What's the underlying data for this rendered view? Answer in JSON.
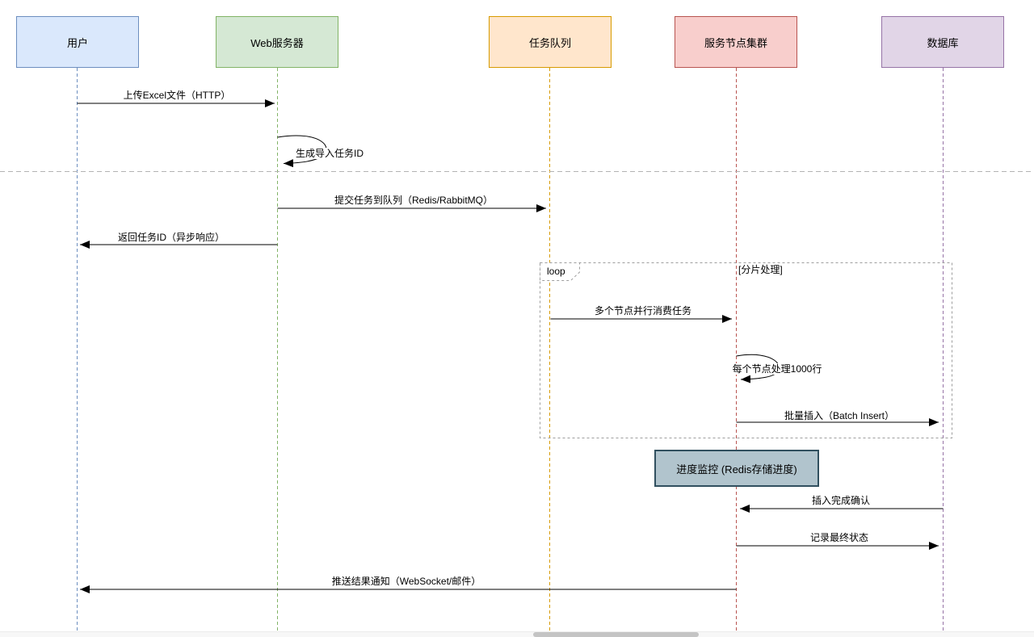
{
  "diagram": {
    "actors": [
      {
        "name": "用户",
        "fill": "#dae8fc",
        "stroke": "#6c8ebf"
      },
      {
        "name": "Web服务器",
        "fill": "#d5e8d4",
        "stroke": "#82b366"
      },
      {
        "name": "任务队列",
        "fill": "#ffe6cc",
        "stroke": "#d79b00"
      },
      {
        "name": "服务节点集群",
        "fill": "#f8cecc",
        "stroke": "#b85450"
      },
      {
        "name": "数据库",
        "fill": "#e1d5e7",
        "stroke": "#9673a6"
      }
    ],
    "messages": [
      {
        "label": "上传Excel文件（HTTP）",
        "from": "用户",
        "to": "Web服务器",
        "kind": "message"
      },
      {
        "label": "生成导入任务ID",
        "from": "Web服务器",
        "to": "Web服务器",
        "kind": "self-message"
      },
      {
        "label": "提交任务到队列（Redis/RabbitMQ）",
        "from": "Web服务器",
        "to": "任务队列",
        "kind": "message"
      },
      {
        "label": "返回任务ID（异步响应）",
        "from": "Web服务器",
        "to": "用户",
        "kind": "message"
      },
      {
        "label": "多个节点并行消费任务",
        "from": "任务队列",
        "to": "服务节点集群",
        "kind": "message"
      },
      {
        "label": "每个节点处理1000行",
        "from": "服务节点集群",
        "to": "服务节点集群",
        "kind": "self-message"
      },
      {
        "label": "批量插入（Batch Insert）",
        "from": "服务节点集群",
        "to": "数据库",
        "kind": "message"
      },
      {
        "label": "插入完成确认",
        "from": "数据库",
        "to": "服务节点集群",
        "kind": "message"
      },
      {
        "label": "记录最终状态",
        "from": "服务节点集群",
        "to": "数据库",
        "kind": "message"
      },
      {
        "label": "推送结果通知（WebSocket/邮件）",
        "from": "服务节点集群",
        "to": "用户",
        "kind": "message"
      }
    ],
    "loop_fragment": {
      "operator": "loop",
      "guard": "[分片处理]"
    },
    "note": {
      "label": "进度监控 (Redis存储进度)",
      "fill": "#b1c4cd",
      "stroke": "#31505f"
    }
  }
}
